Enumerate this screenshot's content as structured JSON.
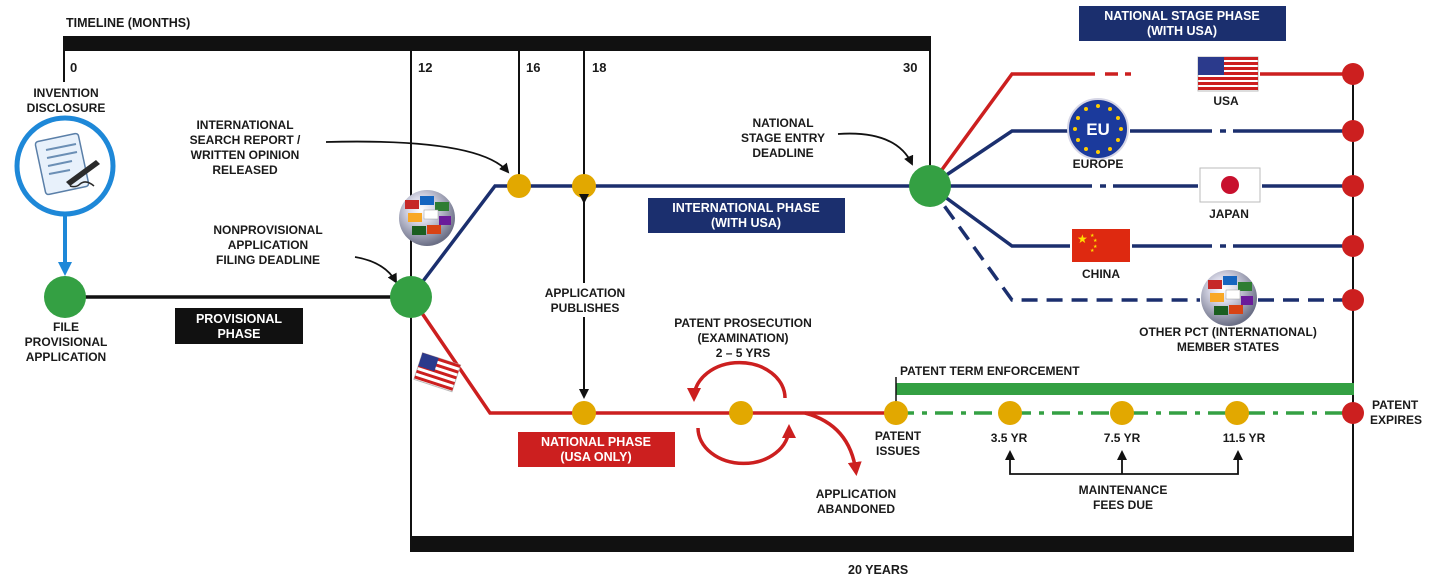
{
  "timeline": {
    "title": "TIMELINE (MONTHS)",
    "ticks": [
      "0",
      "12",
      "16",
      "18",
      "30"
    ],
    "bottom_label": "20 YEARS"
  },
  "invention": {
    "line1": "INVENTION",
    "line2": "DISCLOSURE"
  },
  "file_provisional": {
    "line1": "FILE",
    "line2": "PROVISIONAL",
    "line3": "APPLICATION"
  },
  "provisional_phase": {
    "line1": "PROVISIONAL",
    "line2": "PHASE"
  },
  "nonprovisional": {
    "line1": "NONPROVISIONAL",
    "line2": "APPLICATION",
    "line3": "FILING DEADLINE"
  },
  "search_report": {
    "line1": "INTERNATIONAL",
    "line2": "SEARCH REPORT /",
    "line3": "WRITTEN OPINION",
    "line4": "RELEASED"
  },
  "application_publishes": {
    "line1": "APPLICATION",
    "line2": "PUBLISHES"
  },
  "international_phase": {
    "line1": "INTERNATIONAL PHASE",
    "line2": "(WITH USA)"
  },
  "national_entry": {
    "line1": "NATIONAL",
    "line2": "STAGE ENTRY",
    "line3": "DEADLINE"
  },
  "national_stage_phase": {
    "line1": "NATIONAL STAGE PHASE",
    "line2": "(WITH USA)"
  },
  "countries": {
    "usa": "USA",
    "europe": "EUROPE",
    "eu_badge": "EU",
    "japan": "JAPAN",
    "china": "CHINA",
    "other_line1": "OTHER PCT (INTERNATIONAL)",
    "other_line2": "MEMBER STATES"
  },
  "prosecution": {
    "line1": "PATENT PROSECUTION",
    "line2": "(EXAMINATION)",
    "line3": "2 – 5 YRS"
  },
  "national_phase": {
    "line1": "NATIONAL PHASE",
    "line2": "(USA ONLY)"
  },
  "abandoned": {
    "line1": "APPLICATION",
    "line2": "ABANDONED"
  },
  "patent_issues": {
    "line1": "PATENT",
    "line2": "ISSUES"
  },
  "enforcement": "PATENT TERM ENFORCEMENT",
  "maintenance": {
    "years": [
      "3.5 YR",
      "7.5 YR",
      "11.5 YR"
    ],
    "line1": "MAINTENANCE",
    "line2": "FEES DUE"
  },
  "patent_expires": {
    "line1": "PATENT",
    "line2": "EXPIRES"
  },
  "colors": {
    "black": "#111111",
    "navy": "#1b2f6e",
    "red": "#cc1f1f",
    "green": "#34a043",
    "gold": "#e2a800",
    "blue": "#1e88d8"
  }
}
